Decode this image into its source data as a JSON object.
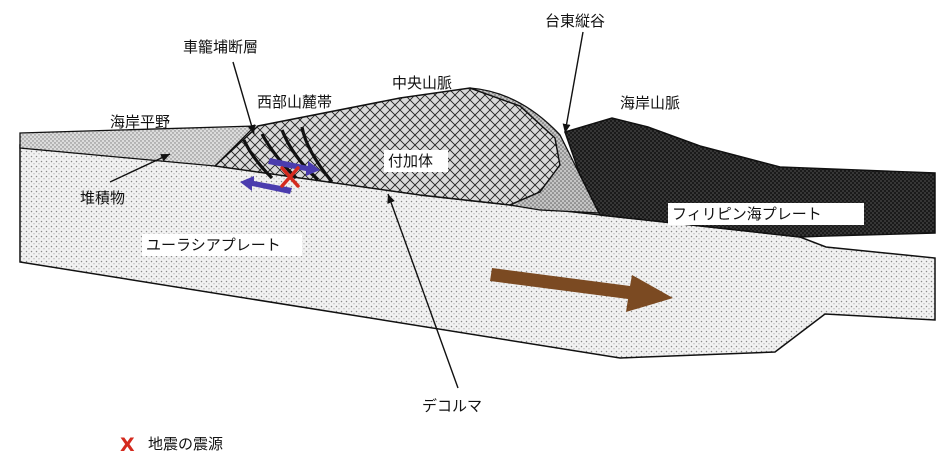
{
  "labels": {
    "fault": "車籠埔断層",
    "western_foothills": "西部山麓帯",
    "central_range": "中央山脈",
    "longitudinal_valley": "台東縦谷",
    "coastal_range": "海岸山脈",
    "coastal_plain": "海岸平野",
    "sediment": "堆積物",
    "accretionary_prism": "付加体",
    "philippine_plate": "フィリピン海プレート",
    "eurasian_plate": "ユーラシアプレート",
    "decollement": "デコルマ"
  },
  "legend": {
    "marker": "X",
    "text": "地震の震源"
  },
  "colors": {
    "hypocenter": "#d42a1e",
    "slip_arrow": "#4a3cae",
    "plate_motion_arrow": "#7b4a22",
    "outline": "#111111"
  }
}
